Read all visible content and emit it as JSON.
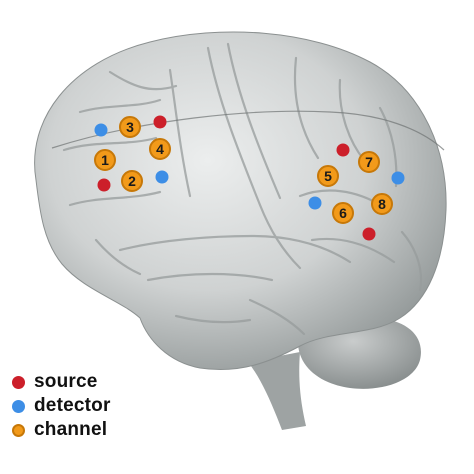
{
  "colors": {
    "source": "#cc1f2a",
    "detector": "#3d8ee6",
    "channel": "#f29a1a",
    "channel_ring": "#c77808",
    "brain_light": "#e4e6e6",
    "brain_mid": "#b9bdbd",
    "brain_dark": "#6f7474",
    "sulcus": "#8d9393"
  },
  "legend": {
    "source": "source",
    "detector": "detector",
    "channel": "channel"
  },
  "channels": [
    {
      "label": "1"
    },
    {
      "label": "2"
    },
    {
      "label": "3"
    },
    {
      "label": "4"
    },
    {
      "label": "5"
    },
    {
      "label": "6"
    },
    {
      "label": "7"
    },
    {
      "label": "8"
    }
  ],
  "brain_icon": "brain-lateral-view"
}
